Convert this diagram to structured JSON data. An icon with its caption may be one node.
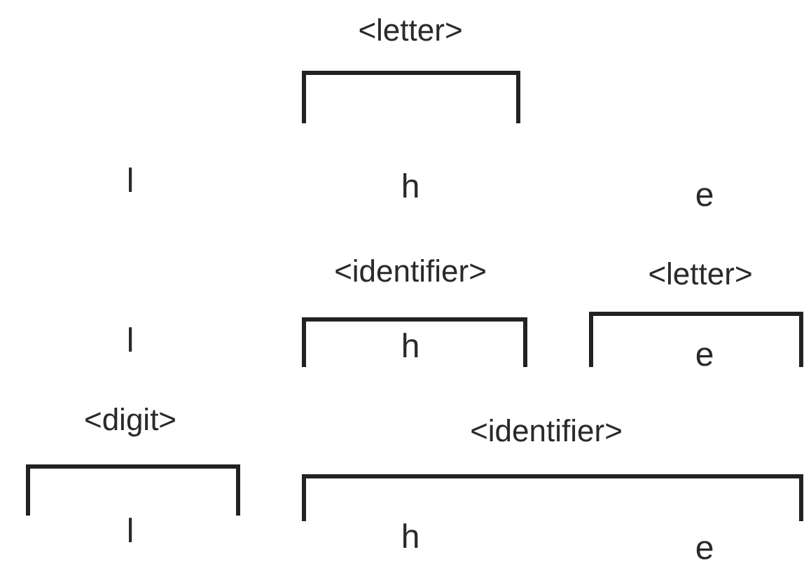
{
  "diagram": {
    "labels": [
      "<letter>",
      "l",
      "h",
      "e",
      "<identifier>",
      "<letter>",
      "l",
      "h",
      "e",
      "<digit>",
      "<identifier>",
      "l",
      "h",
      "e"
    ]
  }
}
